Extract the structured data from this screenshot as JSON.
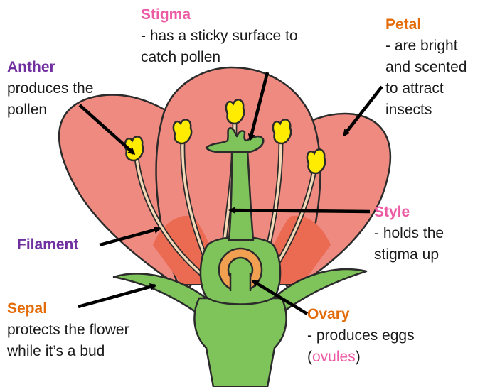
{
  "labels": {
    "stigma": {
      "title": "Stigma",
      "line1": "- has a sticky surface to",
      "line2": "catch pollen"
    },
    "petal": {
      "title": "Petal",
      "line1": "- are bright",
      "line2": "and scented",
      "line3": "to attract",
      "line4": "insects"
    },
    "anther": {
      "title": "Anther",
      "line1": "produces the",
      "line2": "pollen"
    },
    "filament": {
      "title": "Filament"
    },
    "style": {
      "title": "Style",
      "line1": "- holds the",
      "line2": "stigma up"
    },
    "sepal": {
      "title": "Sepal",
      "line1": "protects the flower",
      "line2": "while it’s a bud"
    },
    "ovary": {
      "title": "Ovary",
      "line1": "- produces eggs",
      "line2_open": "(",
      "line2_word": "ovules",
      "line2_close": ")"
    }
  },
  "colors": {
    "stigma_label": "#ec5aa4",
    "style_label": "#ec5aa4",
    "ovary_label": "#e36c09",
    "petal_label": "#e36c09",
    "sepal_label": "#e36c09",
    "anther_label": "#7030a0",
    "filament_label": "#7030a0",
    "petal_fill": "#ef8a80",
    "petal_inner": "#ea6a52",
    "green_fill": "#7ec45a",
    "anther_fill": "#ffec00",
    "ovule_fill": "#f0a050"
  }
}
